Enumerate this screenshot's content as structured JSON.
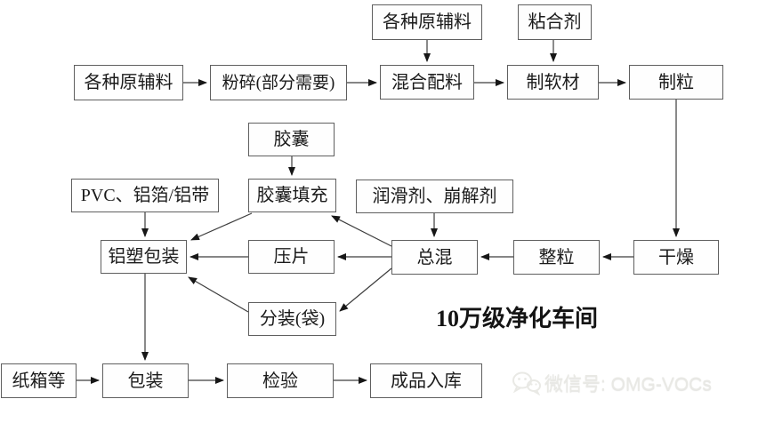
{
  "diagram": {
    "type": "flowchart",
    "zone_label": "10万级净化车间",
    "watermark": "微信号: OMG-VOCs",
    "nodes": {
      "raw_top": "各种原辅料",
      "binder": "粘合剂",
      "raw_left": "各种原辅料",
      "crush": "粉碎(部分需要)",
      "mixing": "混合配料",
      "soft_material": "制软材",
      "granulation": "制粒",
      "capsule": "胶囊",
      "pvc_foil": "PVC、铝箔/铝带",
      "capsule_filling": "胶囊填充",
      "lubricant": "润滑剂、崩解剂",
      "blister_packing": "铝塑包装",
      "tablet_pressing": "压片",
      "total_mixing": "总混",
      "granule_sizing": "整粒",
      "drying": "干燥",
      "bagging": "分装(袋)",
      "cartons": "纸箱等",
      "packaging": "包装",
      "inspection": "检验",
      "warehouse": "成品入库"
    },
    "edges": [
      {
        "from": "raw_left",
        "to": "crush"
      },
      {
        "from": "crush",
        "to": "mixing"
      },
      {
        "from": "raw_top",
        "to": "mixing"
      },
      {
        "from": "mixing",
        "to": "soft_material"
      },
      {
        "from": "binder",
        "to": "soft_material"
      },
      {
        "from": "soft_material",
        "to": "granulation"
      },
      {
        "from": "granulation",
        "to": "drying"
      },
      {
        "from": "drying",
        "to": "granule_sizing"
      },
      {
        "from": "granule_sizing",
        "to": "total_mixing"
      },
      {
        "from": "lubricant",
        "to": "total_mixing"
      },
      {
        "from": "total_mixing",
        "to": "capsule_filling"
      },
      {
        "from": "total_mixing",
        "to": "tablet_pressing"
      },
      {
        "from": "total_mixing",
        "to": "bagging"
      },
      {
        "from": "capsule",
        "to": "capsule_filling"
      },
      {
        "from": "capsule_filling",
        "to": "blister_packing"
      },
      {
        "from": "tablet_pressing",
        "to": "blister_packing"
      },
      {
        "from": "bagging",
        "to": "blister_packing"
      },
      {
        "from": "pvc_foil",
        "to": "blister_packing"
      },
      {
        "from": "blister_packing",
        "to": "packaging"
      },
      {
        "from": "cartons",
        "to": "packaging"
      },
      {
        "from": "packaging",
        "to": "inspection"
      },
      {
        "from": "inspection",
        "to": "warehouse"
      }
    ]
  }
}
